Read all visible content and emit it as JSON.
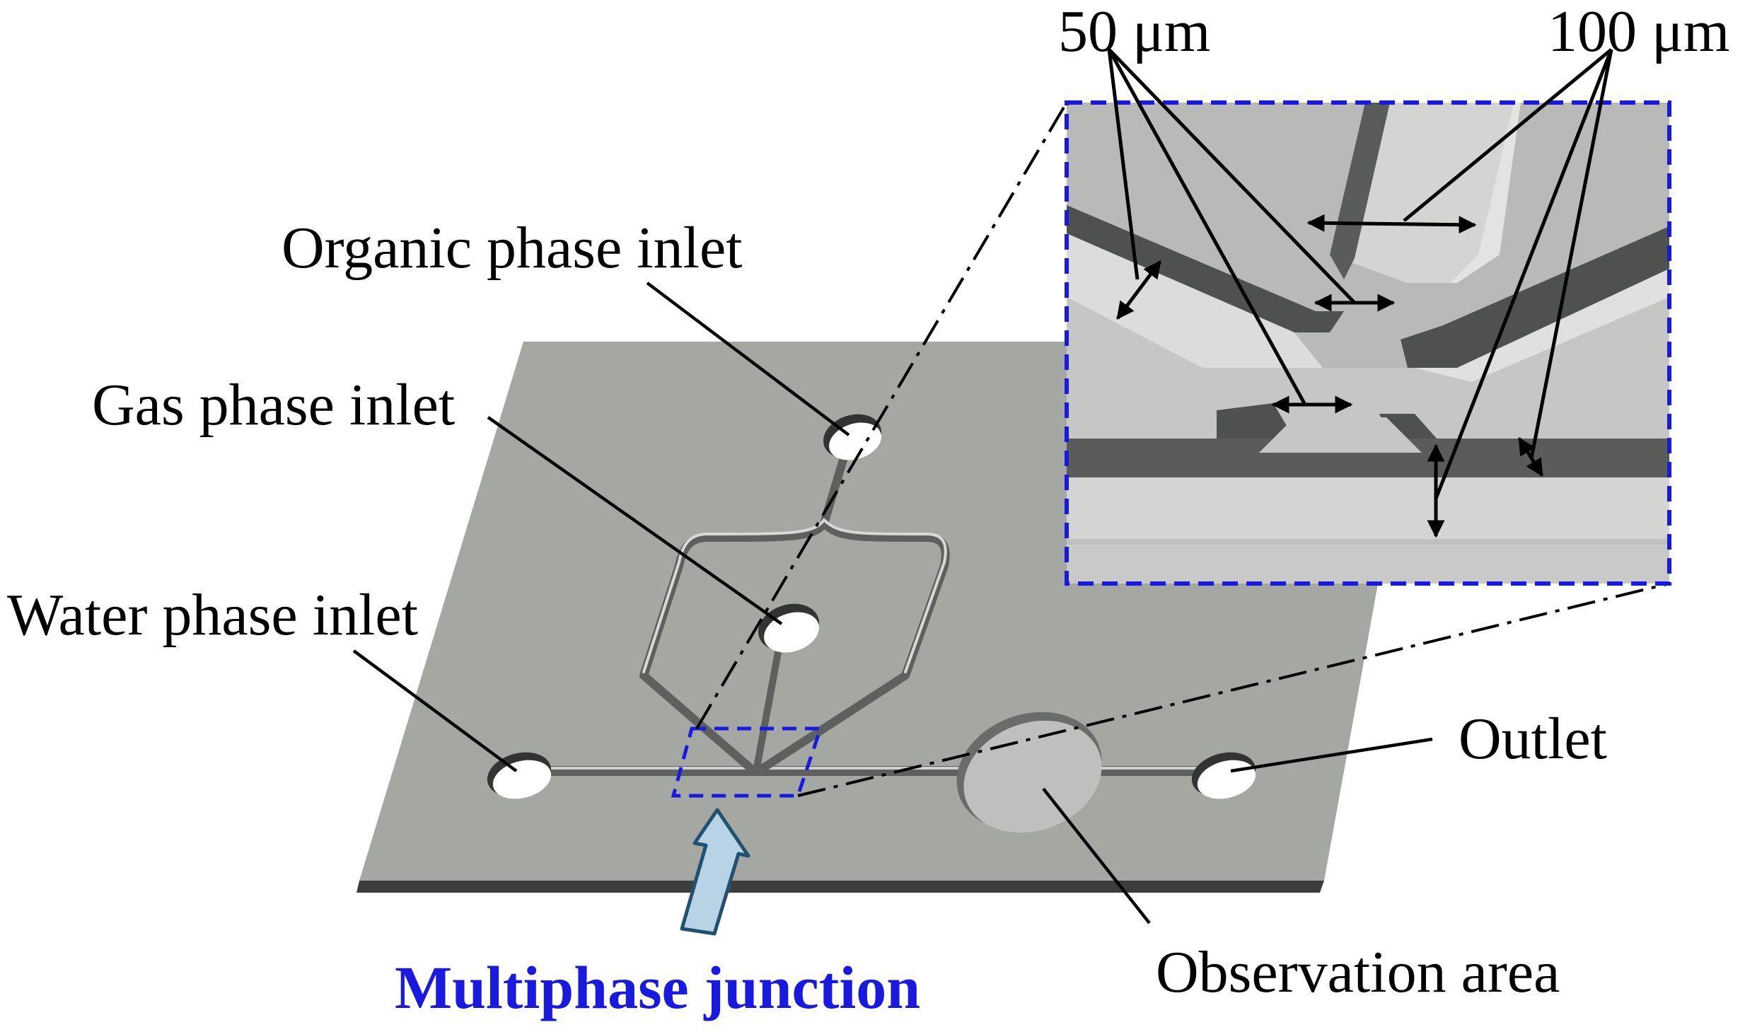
{
  "labels": {
    "organic_inlet": "Organic phase inlet",
    "gas_inlet": "Gas phase inlet",
    "water_inlet": "Water phase inlet",
    "outlet": "Outlet",
    "observation_area": "Observation area",
    "multiphase_junction": "Multiphase junction",
    "dim_50": "50 μm",
    "dim_100": "100 μm"
  },
  "colors": {
    "chip_top": "#a5a7a3",
    "chip_edge": "#3c3e3c",
    "channel_dark": "#5a5c5a",
    "channel_light": "#d4d5d2",
    "inset_bg": "#b9bab7",
    "junction_box": "#1a1adf",
    "arrow_fill": "#b8d2e6",
    "arrow_stroke": "#23506e",
    "observation": "#bfc0bd"
  }
}
